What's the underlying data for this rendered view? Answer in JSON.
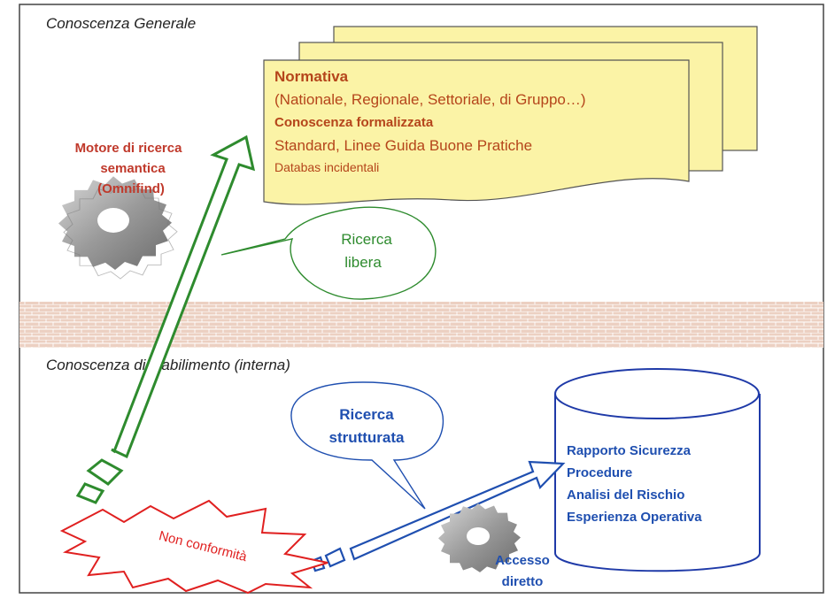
{
  "sections": {
    "general_title": "Conoscenza Generale",
    "internal_title": "Conoscenza di stabilimento (interna)"
  },
  "documents": {
    "line1": "Normativa",
    "line2": "(Nationale, Regionale, Settoriale, di Gruppo…)",
    "line3": "Conoscenza formalizzata",
    "line4": "Standard, Linee Guida Buone Pratiche",
    "line5": "Databas incidentali"
  },
  "search_engine": {
    "line1": "Motore di ricerca",
    "line2": "semantica",
    "line3": "(Omnifind)"
  },
  "free_search": {
    "line1": "Ricerca",
    "line2": "libera"
  },
  "structured_search": {
    "line1": "Ricerca",
    "line2": "strutturata"
  },
  "database": {
    "line1": "Rapporto Sicurezza",
    "line2": "Procedure",
    "line3": "Analisi del Rischio",
    "line4": "Esperienza Operativa"
  },
  "direct_access": {
    "line1": "Accesso",
    "line2": "diretto"
  },
  "nonconformity": {
    "label": "Non conformità"
  },
  "colors": {
    "doc_fill": "#fbf3a6",
    "doc_text": "#b5451b",
    "green_arrow": "#2e8b2e",
    "blue": "#1f4fb0",
    "burst_red": "#e02020",
    "brick": "#e9c8b8"
  },
  "icons": [
    "gear-icon",
    "gear-icon",
    "database-icon",
    "arrow-icon",
    "burst-icon",
    "callout-icon"
  ]
}
